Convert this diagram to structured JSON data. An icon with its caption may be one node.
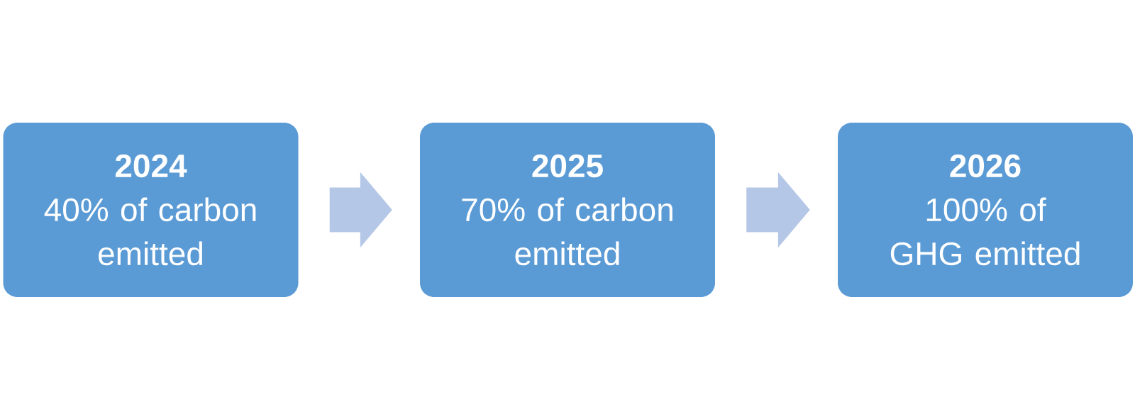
{
  "diagram": {
    "nodes": [
      {
        "text": [
          "2024",
          "40% of carbon emitted"
        ]
      },
      {
        "text": [
          "2025",
          "70% of carbon emitted"
        ]
      },
      {
        "text": [
          "2026",
          "100% of GHG emitted"
        ]
      }
    ],
    "edges": [
      {
        "from": 0,
        "to": 1,
        "arrow": "to"
      },
      {
        "from": 1,
        "to": 2,
        "arrow": "to"
      }
    ]
  }
}
